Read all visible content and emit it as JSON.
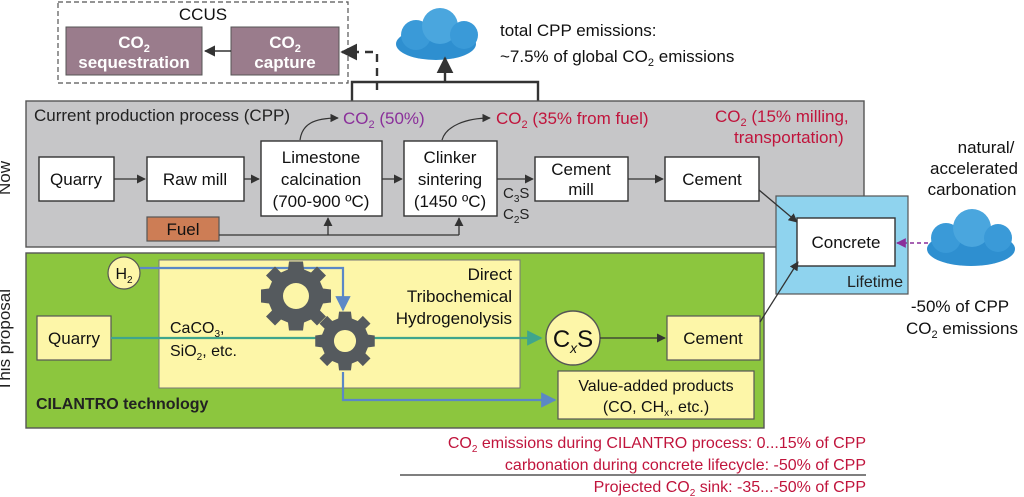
{
  "ccus": {
    "title": "CCUS",
    "sequestration": {
      "l1a": "CO",
      "l1sub": "2",
      "l2": "sequestration"
    },
    "capture": {
      "l1a": "CO",
      "l1sub": "2",
      "l2": "capture"
    }
  },
  "total": {
    "l1": "total CPP emissions:",
    "l2a": "~7.5% of global CO",
    "l2sub": "2",
    "l2b": " emissions"
  },
  "cpp": {
    "title": "Current production process (CPP)",
    "co2_a": {
      "a": "CO",
      "sub": "2",
      "b": " (50%)"
    },
    "co2_b": {
      "a": "CO",
      "sub": "2",
      "b": " (35% from fuel)"
    },
    "co2_c": {
      "a": "CO",
      "sub": "2",
      "b": " (15% milling,",
      "l2": "transportation)"
    }
  },
  "row_labels": {
    "now": "Now",
    "proposal": "This proposal"
  },
  "now_boxes": {
    "quarry": "Quarry",
    "raw_mill": "Raw mill",
    "limestone": {
      "l1": "Limestone",
      "l2": "calcination",
      "l3": "(700-900 ºC)"
    },
    "clinker": {
      "l1": "Clinker",
      "l2": "sintering",
      "l3": "(1450 ºC)"
    },
    "cement_mill": {
      "l1": "Cement",
      "l2": "mill"
    },
    "cement": "Cement",
    "fuel": "Fuel"
  },
  "phases": {
    "c3s_a": "C",
    "c3s_sub": "3",
    "c3s_b": "S",
    "c2s_a": "C",
    "c2s_sub": "2",
    "c2s_b": "S"
  },
  "concrete": {
    "label": "Concrete",
    "lifetime": "Lifetime"
  },
  "carbonation": {
    "l1": "natural/",
    "l2": "accelerated",
    "l3": "carbonation"
  },
  "reduction": {
    "l1": "-50% of CPP",
    "l2a": "CO",
    "l2sub": "2",
    "l2b": " emissions"
  },
  "proposal": {
    "h2_a": "H",
    "h2_sub": "2",
    "quarry": "Quarry",
    "feed": {
      "l1a": "CaCO",
      "l1sub": "3",
      "l1b": ",",
      "l2": "SiO",
      "l2sub": "2",
      "l2b": ", etc."
    },
    "process": {
      "l1": "Direct",
      "l2": "Tribochemical",
      "l3": "Hydrogenolysis"
    },
    "cxs_a": "C",
    "cxs_sub": "x",
    "cxs_b": "S",
    "cement": "Cement",
    "value_added": {
      "l1": "Value-added products",
      "l2a": "(CO, CH",
      "l2sub": "x",
      "l2b": ", etc.)"
    },
    "tech": "CILANTRO technology"
  },
  "summary": {
    "line1a": "CO",
    "line1sub": "2",
    "line1b": " emissions during CILANTRO process: 0...15% of CPP",
    "line2": "carbonation during concrete lifecycle:   -50% of CPP",
    "line3a": "Projected CO",
    "line3sub": "2",
    "line3b": " sink: -35...-50% of CPP"
  },
  "colors": {
    "cpp_bg": "#c6c6c8",
    "proposal_bg": "#8cc63e",
    "proposal_inner": "#fdf6a8",
    "ccus_box": "#9a7c8c",
    "fuel": "#cd7d55",
    "lifetime": "#8fd3ee",
    "cloud": "#2e8fd0",
    "accent_red": "#c0143c",
    "accent_purple": "#8a2f9a"
  }
}
